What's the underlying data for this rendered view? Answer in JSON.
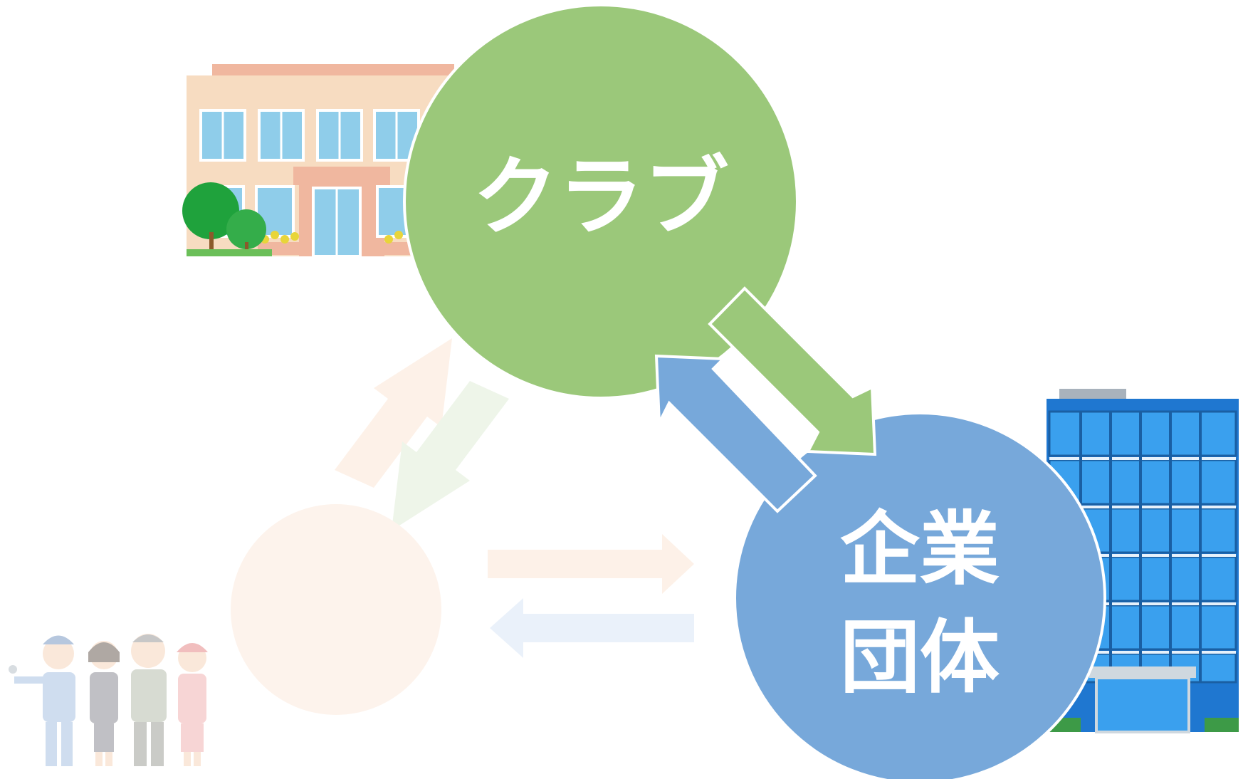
{
  "nodes": {
    "club": {
      "label": "クラブ",
      "color": "#9bc87a"
    },
    "company": {
      "label_line1": "企業",
      "label_line2": "団体",
      "color": "#77a8da"
    },
    "community": {
      "label": "",
      "color": "#fdf3ec"
    }
  },
  "illustrations": {
    "school_building": "school-building-icon",
    "office_building": "office-building-icon",
    "workers_group": "workers-group-icon"
  },
  "arrows": {
    "club_to_company_color": "#9bc87a",
    "company_to_club_color": "#77a8da",
    "faded_orange": "#fdf1e8",
    "faded_green": "#eef5e9",
    "faded_blue": "#eaf1fa"
  }
}
